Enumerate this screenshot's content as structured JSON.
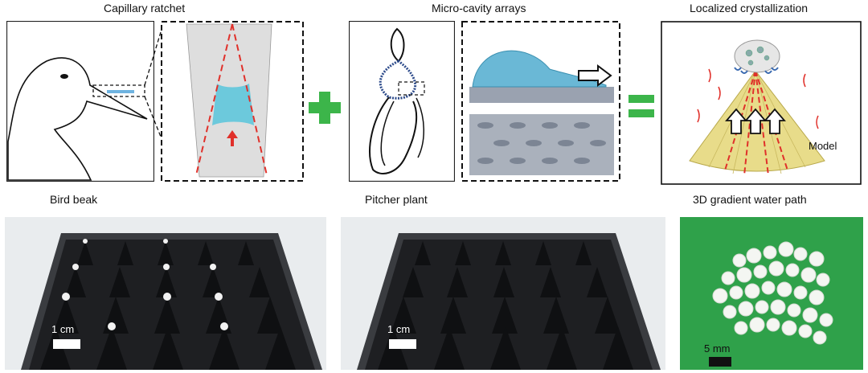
{
  "top_labels": {
    "left": "Capillary ratchet",
    "middle": "Micro-cavity arrays",
    "right": "Localized crystallization"
  },
  "bottom_labels": {
    "left": "Bird beak",
    "middle": "Pitcher plant",
    "right": "3D gradient water path"
  },
  "model_label": "Model",
  "scale_bars": {
    "left": "1 cm",
    "middle": "1 cm",
    "right": "5 mm"
  },
  "colors": {
    "plus": "#3cb54a",
    "equals": "#3cb54a",
    "dashed_red": "#e0302a",
    "water": "#5fc4d8",
    "cone": "#e8dc8a",
    "green_bg": "#2fa14a"
  }
}
